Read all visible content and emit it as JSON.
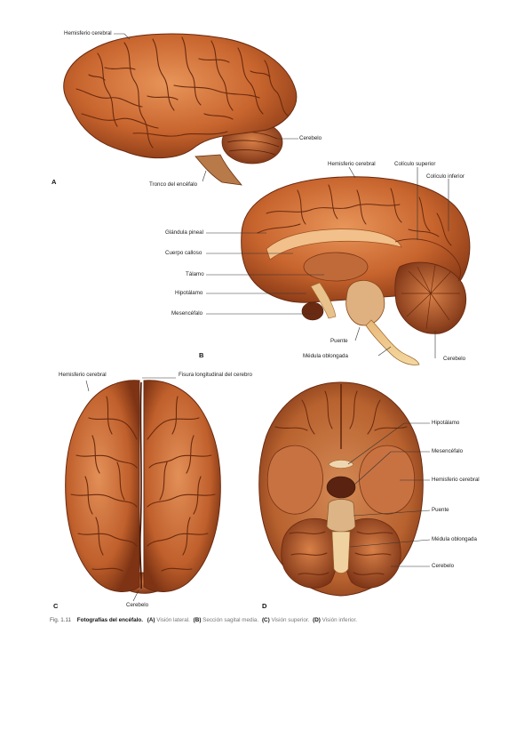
{
  "panels": {
    "A": {
      "letter": "A",
      "labels": {
        "hemisferio": "Hemisferio cerebral",
        "cerebelo": "Cerebelo",
        "tronco": "Tronco del encéfalo"
      }
    },
    "B": {
      "letter": "B",
      "labels": {
        "hemisferio": "Hemisferio cerebral",
        "coliculo_superior": "Colículo superior",
        "coliculo_inferior": "Colículo inferior",
        "glandula_pineal": "Glándula pineal",
        "cuerpo_calloso": "Cuerpo calloso",
        "talamo": "Tálamo",
        "hipotalamo": "Hipotálamo",
        "mesencefalo": "Mesencéfalo",
        "puente": "Puente",
        "medula": "Médula oblongada",
        "cerebelo": "Cerebelo"
      }
    },
    "C": {
      "letter": "C",
      "labels": {
        "hemisferio": "Hemisferio cerebral",
        "fisura": "Fisura longitudinal del cerebro",
        "cerebelo": "Cerebelo"
      }
    },
    "D": {
      "letter": "D",
      "labels": {
        "hipotalamo": "Hipotálamo",
        "mesencefalo": "Mesencéfalo",
        "hemisferio": "Hemisferio cerebral",
        "puente": "Puente",
        "medula": "Médula oblongada",
        "cerebelo": "Cerebelo"
      }
    }
  },
  "caption": {
    "fig_number": "Fig. 1.11",
    "title": "Fotografías del encéfalo.",
    "parts": [
      {
        "letter": "(A)",
        "desc": "Visión lateral."
      },
      {
        "letter": "(B)",
        "desc": "Sección sagital media."
      },
      {
        "letter": "(C)",
        "desc": "Visión superior."
      },
      {
        "letter": "(D)",
        "desc": "Visión inferior."
      }
    ]
  },
  "colors": {
    "tissue": "#c8652e",
    "tissue_dark": "#7a2f12",
    "tissue_light": "#e89a5a",
    "leader": "#333333"
  }
}
